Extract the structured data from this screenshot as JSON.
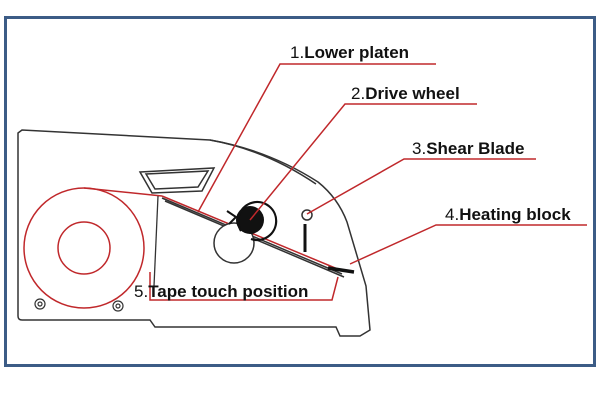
{
  "colors": {
    "frame": "#3c5c86",
    "leader": "#c0282b",
    "tape": "#c0282b",
    "machine": "#333333"
  },
  "labels": [
    {
      "num": "1.",
      "text": "Lower platen"
    },
    {
      "num": "2.",
      "text": "Drive wheel"
    },
    {
      "num": "3.",
      "text": "Shear Blade"
    },
    {
      "num": "4.",
      "text": "Heating block"
    },
    {
      "num": "5.",
      "text": "Tape touch position"
    }
  ]
}
